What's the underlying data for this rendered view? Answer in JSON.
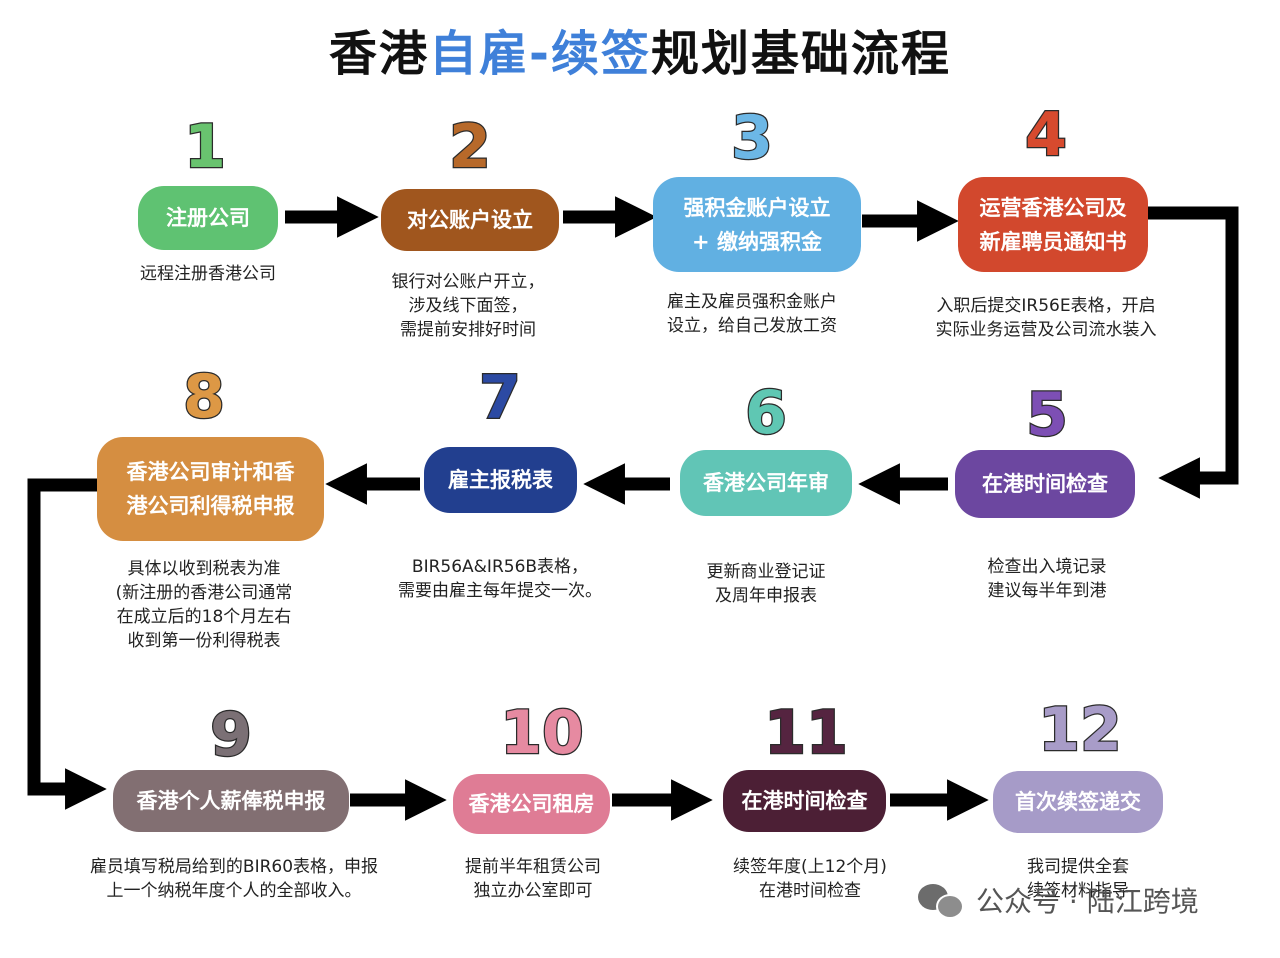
{
  "title": {
    "part1": "香港",
    "highlight": "自雇-续签",
    "part2": "规划基础流程"
  },
  "steps": [
    {
      "number": "1",
      "label": "注册公司",
      "desc": "远程注册香港公司",
      "color": "#5fc272",
      "num_color": "#69c36f"
    },
    {
      "number": "2",
      "label": "对公账户设立",
      "desc": "银行对公账户开立，\n涉及线下面签，\n需提前安排好时间",
      "color": "#a0561e",
      "num_color": "#b7692a"
    },
    {
      "number": "3",
      "label": "强积金账户设立\n+ 缴纳强积金",
      "desc": "雇主及雇员强积金账户\n设立，给自己发放工资",
      "color": "#61b0e2",
      "num_color": "#6cb7e6"
    },
    {
      "number": "4",
      "label": "运营香港公司及\n新雇聘员通知书",
      "desc": "入职后提交IR56E表格，开启\n实际业务运营及公司流水装入",
      "color": "#d2482d",
      "num_color": "#d74a2e"
    },
    {
      "number": "5",
      "label": "在港时间检查",
      "desc": "检查出入境记录\n建议每半年到港",
      "color": "#6c47a0",
      "num_color": "#7d4fb4"
    },
    {
      "number": "6",
      "label": "香港公司年审",
      "desc": "更新商业登记证\n及周年申报表",
      "color": "#61c5b6",
      "num_color": "#5fc7b3"
    },
    {
      "number": "7",
      "label": "雇主报税表",
      "desc": "BIR56A&IR56B表格，\n需要由雇主每年提交一次。",
      "color": "#223f8f",
      "num_color": "#2c4aa3"
    },
    {
      "number": "8",
      "label": "香港公司审计和香\n港公司利得税申报",
      "desc": "具体以收到税表为准\n(新注册的香港公司通常\n在成立后的18个月左右\n收到第一份利得税表",
      "color": "#d58e41",
      "num_color": "#dd9845"
    },
    {
      "number": "9",
      "label": "香港个人薪俸税申报",
      "desc": "雇员填写税局给到的BIR60表格，申报\n上一个纳税年度个人的全部收入。",
      "color": "#826f72",
      "num_color": "#7b7075"
    },
    {
      "number": "10",
      "label": "香港公司租房",
      "desc": "提前半年租赁公司\n独立办公室即可",
      "color": "#df7c95",
      "num_color": "#e68aa1"
    },
    {
      "number": "11",
      "label": "在港时间检查",
      "desc": "续签年度(上12个月)\n在港时间检查",
      "color": "#4c1f35",
      "num_color": "#552440"
    },
    {
      "number": "12",
      "label": "首次续签递交",
      "desc": "我司提供全套\n续签材料指导",
      "color": "#a69bc8",
      "num_color": "#a89cc8"
    }
  ],
  "watermark": {
    "text": "公众号 · 陆江跨境",
    "icon": "wechat-icon"
  }
}
